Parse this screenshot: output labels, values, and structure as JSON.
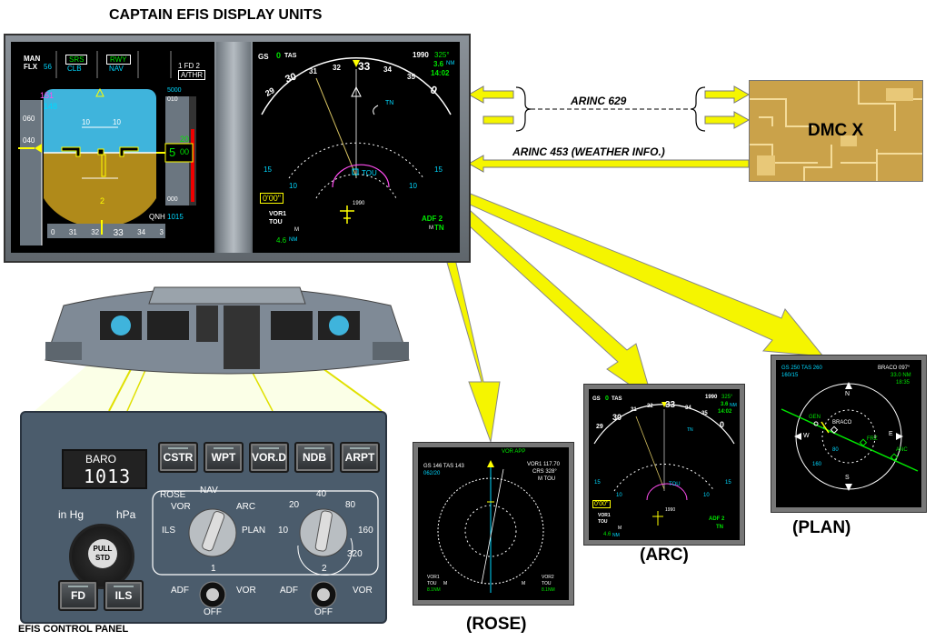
{
  "titles": {
    "captain": "CAPTAIN EFIS DISPLAY UNITS",
    "efis_panel": "EFIS CONTROL PANEL"
  },
  "links": {
    "arinc629": "ARINC 629",
    "arinc453": "ARINC 453 (WEATHER INFO.)"
  },
  "dmc": {
    "label": "DMC X"
  },
  "modes": {
    "rose": "(ROSE)",
    "arc": "(ARC)",
    "plan": "(PLAN)"
  },
  "pfd": {
    "fma1": "MAN",
    "fma2": "FLX",
    "fma2_val": "56",
    "fma3": "SRS",
    "fma4": "CLB",
    "fma5": "RWY",
    "fma6": "NAV",
    "fma7": "1 FD 2",
    "fma8": "A/THR",
    "spd_target": "151",
    "spd": "148",
    "spd_060": "060",
    "spd_040": "040",
    "pitch_up": "10",
    "pitch_up2": "10",
    "pitch_dn": "2",
    "alt_5000": "5000",
    "alt_010": "010",
    "alt_000": "000",
    "alt_cur_a": "20",
    "alt_cur_b": "5",
    "alt_cur_c": "00",
    "qnh_label": "QNH",
    "qnh": "1015",
    "hdg": [
      "0",
      "31",
      "32",
      "33",
      "34",
      "3"
    ]
  },
  "nd": {
    "gs_label": "GS",
    "gs": "0",
    "tas": "TAS",
    "alt": "1990",
    "brg": "325°",
    "dist": "3.6",
    "dist_unit": "NM",
    "time": "14:02",
    "hdg": [
      "29",
      "30",
      "31",
      "32",
      "33",
      "34",
      "35",
      "0"
    ],
    "tn": "TN",
    "tou": "TOU",
    "ring_15l": "15",
    "ring_15r": "15",
    "ring_10l": "10",
    "ring_10r": "10",
    "chrono": "0'00\"",
    "vor1_a": "VOR1",
    "vor1_b": "TOU",
    "vor_m": "M",
    "vor1_dist": "4.6",
    "vor1_unit": "NM",
    "wpt_alt": "1990",
    "adf2": "ADF 2",
    "adf_m": "M",
    "adf_tn": "TN"
  },
  "panel": {
    "baro_label": "BARO",
    "baro_value": "1013",
    "inhg": "in Hg",
    "hpa": "hPa",
    "pull_std": "PULL STD",
    "buttons": [
      "CSTR",
      "WPT",
      "VOR.D",
      "NDB",
      "ARPT"
    ],
    "fd": "FD",
    "ils": "ILS",
    "mode_rose": "ROSE",
    "mode_nav": "NAV",
    "mode_vor": "VOR",
    "mode_arc": "ARC",
    "mode_ils": "ILS",
    "mode_plan": "PLAN",
    "range": [
      "10",
      "20",
      "40",
      "80",
      "160",
      "320"
    ],
    "adf1": "ADF",
    "sel1": "1",
    "vor_a": "VOR",
    "off1": "OFF",
    "adf2": "ADF",
    "sel2": "2",
    "vor_b": "VOR",
    "off2": "OFF"
  },
  "rose": {
    "gs": "GS 146 TAS 143",
    "wind": "062/20",
    "mode_top": "VOR  APP",
    "vor_info": "VOR1 117.70",
    "crs": "CRS 328°",
    "tou": "M TOU",
    "bl1": "VOR1",
    "bl2": "TOU",
    "bl3": "8.1NM",
    "bm": "M",
    "br1": "VOR2",
    "br2": "TOU",
    "br3": "8.1NM",
    "brm": "M"
  },
  "arc": {
    "gs": "GS",
    "gs_val": "0",
    "tas": "TAS",
    "alt": "1990",
    "brg": "325°",
    "dist": "3.6",
    "dist_unit": "NM",
    "time": "14:02",
    "hdg": [
      "29",
      "30",
      "31",
      "32",
      "33",
      "34",
      "35",
      "0"
    ],
    "tn": "TN",
    "tou": "TOU",
    "r15l": "15",
    "r15r": "15",
    "r10l": "10",
    "r10r": "10",
    "chrono": "0'00\"",
    "vor1": "VOR1",
    "vor1b": "TOU",
    "m": "M",
    "vdist": "4.6",
    "vunit": "NM",
    "wpt_alt": "1990",
    "adf2": "ADF 2",
    "adf_tn": "TN"
  },
  "plan": {
    "gs": "GS 250  TAS 260",
    "wind": "160/15",
    "wpt": "BRACO 097°",
    "dist": "33.0 NM",
    "time": "18:35",
    "n": "N",
    "s": "S",
    "e": "E",
    "w": "W",
    "gen": "GEN",
    "braco": "BRACO",
    "frz": "FRZ",
    "anc": "ANC",
    "r80": "80",
    "r160": "160"
  },
  "colors": {
    "ink": "#000000",
    "arrow": "#f5f500",
    "sky": "#3fb4dc",
    "ground": "#b08a1a",
    "display_bg": "#000000",
    "panel_bg": "#4b5c6c",
    "green": "#00e600",
    "cyan": "#00d8ff",
    "yellow": "#ffff00",
    "magenta": "#ff4df0"
  },
  "icons": [
    "pfd-attitude-icon",
    "nd-compass-icon",
    "knob-icon",
    "cockpit-illustration-icon",
    "circuit-board-icon"
  ]
}
